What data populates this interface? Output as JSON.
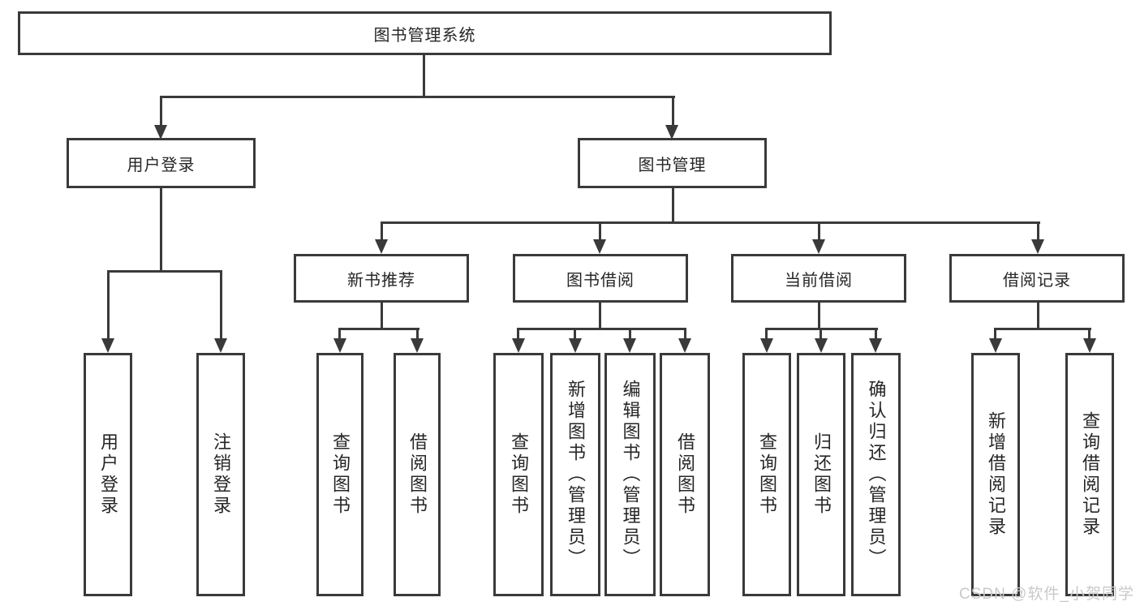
{
  "tree": {
    "root": {
      "label": "图书管理系统",
      "children": [
        {
          "label": "用户登录",
          "children": [
            {
              "label": "用户登录"
            },
            {
              "label": "注销登录"
            }
          ]
        },
        {
          "label": "图书管理",
          "children": [
            {
              "label": "新书推荐",
              "children": [
                {
                  "label": "查询图书"
                },
                {
                  "label": "借阅图书"
                }
              ]
            },
            {
              "label": "图书借阅",
              "children": [
                {
                  "label": "查询图书"
                },
                {
                  "label": "新增图书（管理员）"
                },
                {
                  "label": "编辑图书（管理员）"
                },
                {
                  "label": "借阅图书"
                }
              ]
            },
            {
              "label": "当前借阅",
              "children": [
                {
                  "label": "查询图书"
                },
                {
                  "label": "归还图书"
                },
                {
                  "label": "确认归还（管理员）"
                }
              ]
            },
            {
              "label": "借阅记录",
              "children": [
                {
                  "label": "新增借阅记录"
                },
                {
                  "label": "查询借阅记录"
                }
              ]
            }
          ]
        }
      ]
    }
  },
  "watermark": "CSDN @软件_小贺同学",
  "colors": {
    "line": "#3a3a3a",
    "box_border": "#3a3a3a",
    "text": "#262626",
    "watermark": "#c9c9c9",
    "background": "#ffffff"
  }
}
